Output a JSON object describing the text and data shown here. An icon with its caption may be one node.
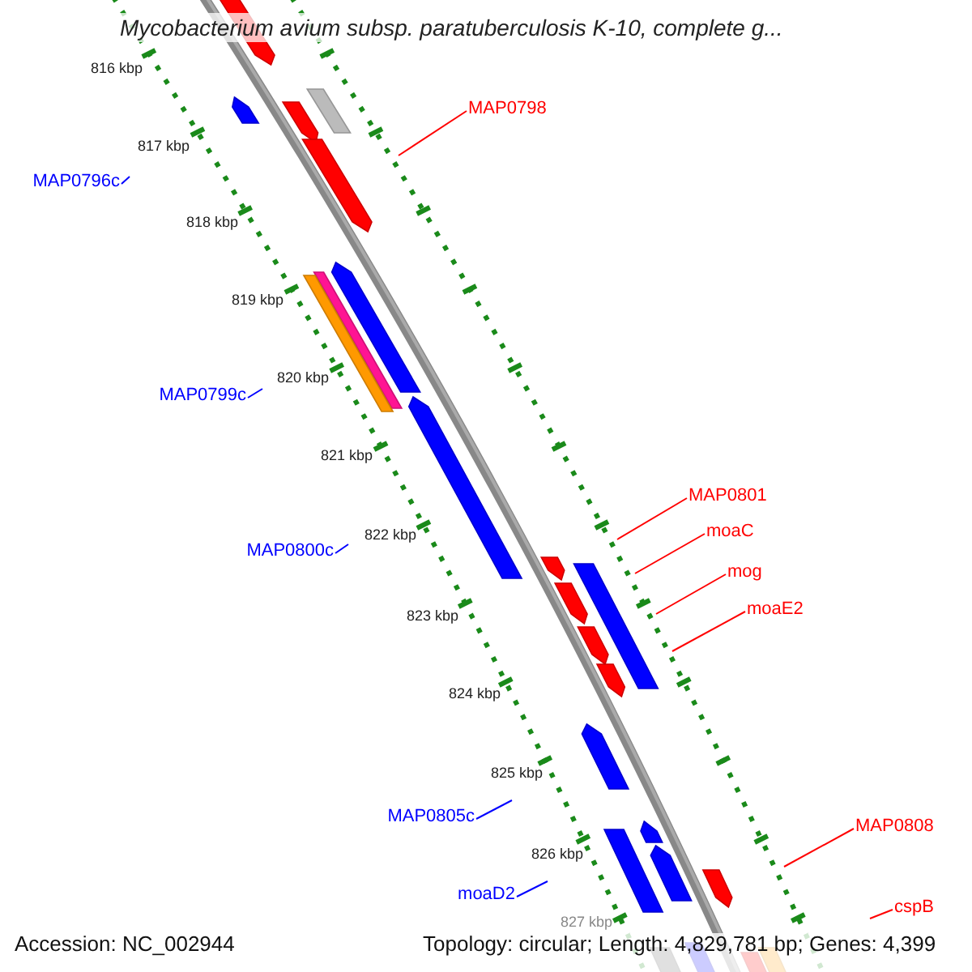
{
  "diagram": {
    "title": "Mycobacterium avium subsp. paratuberculosis K-10, complete g...",
    "nodes": [
      {
        "text": [
          "MAP0798"
        ]
      },
      {
        "text": [
          "MAP0796c"
        ]
      },
      {
        "text": [
          "MAP0799c"
        ]
      },
      {
        "text": [
          "MAP0801"
        ]
      },
      {
        "text": [
          "moaC"
        ]
      },
      {
        "text": [
          "MAP0800c"
        ]
      },
      {
        "text": [
          "mog"
        ]
      },
      {
        "text": [
          "moaE2"
        ]
      },
      {
        "text": [
          "MAP0805c"
        ]
      },
      {
        "text": [
          "MAP0808"
        ]
      },
      {
        "text": [
          "moaD2"
        ]
      },
      {
        "text": [
          "cspB"
        ]
      }
    ],
    "edges": [
      {
        "from": 0,
        "to": null,
        "arrow": "none"
      },
      {
        "from": 1,
        "to": null,
        "arrow": "none",
        "color": "#0000ff"
      },
      {
        "from": 2,
        "to": null,
        "arrow": "none",
        "color": "#0000ff"
      },
      {
        "from": 3,
        "to": null,
        "arrow": "none"
      },
      {
        "from": 4,
        "to": null,
        "arrow": "none"
      },
      {
        "from": 5,
        "to": null,
        "arrow": "none",
        "color": "#0000ff"
      },
      {
        "from": 6,
        "to": null,
        "arrow": "none"
      },
      {
        "from": 7,
        "to": null,
        "arrow": "none"
      },
      {
        "from": 8,
        "to": null,
        "arrow": "none",
        "color": "#0000ff"
      },
      {
        "from": 9,
        "to": null,
        "arrow": "none"
      },
      {
        "from": 10,
        "to": null,
        "arrow": "none",
        "color": "#0000ff"
      },
      {
        "from": 11,
        "to": null,
        "arrow": "none"
      }
    ],
    "labels": [
      "816 kbp",
      "817 kbp",
      "818 kbp",
      "819 kbp",
      "820 kbp",
      "821 kbp",
      "822 kbp",
      "823 kbp",
      "824 kbp",
      "825 kbp",
      "826 kbp",
      "827 kbp",
      "Accession: NC_002944",
      "Topology: circular; Length: 4,829,781 bp; Genes: 4,399"
    ]
  }
}
